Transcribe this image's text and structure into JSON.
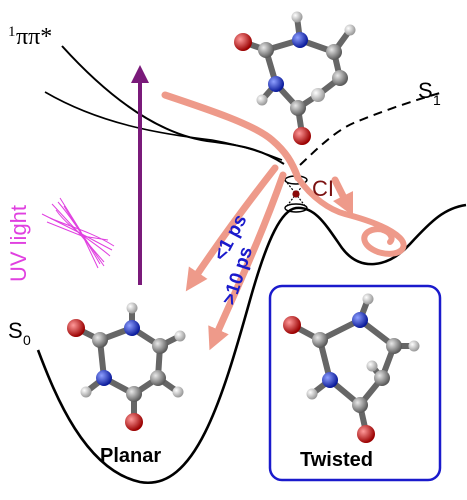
{
  "labels": {
    "state_pipi_prefix": "1",
    "state_pipi": "ππ*",
    "s1_letter": "S",
    "s1_sub": "1",
    "s0_letter": "S",
    "s0_sub": "0",
    "ci": "CI",
    "fast": "<1 ps",
    "slow": ">10 ps",
    "uv": "UV light",
    "planar": "Planar",
    "twisted": "Twisted"
  },
  "colors": {
    "curve": "#000000",
    "pathway": "#ee9a8a",
    "uv_arrow": "#7a1a7a",
    "uv_text": "#e040e0",
    "time_text": "#1a1acc",
    "ci_text": "#7a1010",
    "box": "#1a1acc",
    "carbon": "#8a8a8a",
    "nitrogen": "#1a2ecc",
    "oxygen": "#cc1010",
    "hydrogen": "#e6e6e6"
  }
}
